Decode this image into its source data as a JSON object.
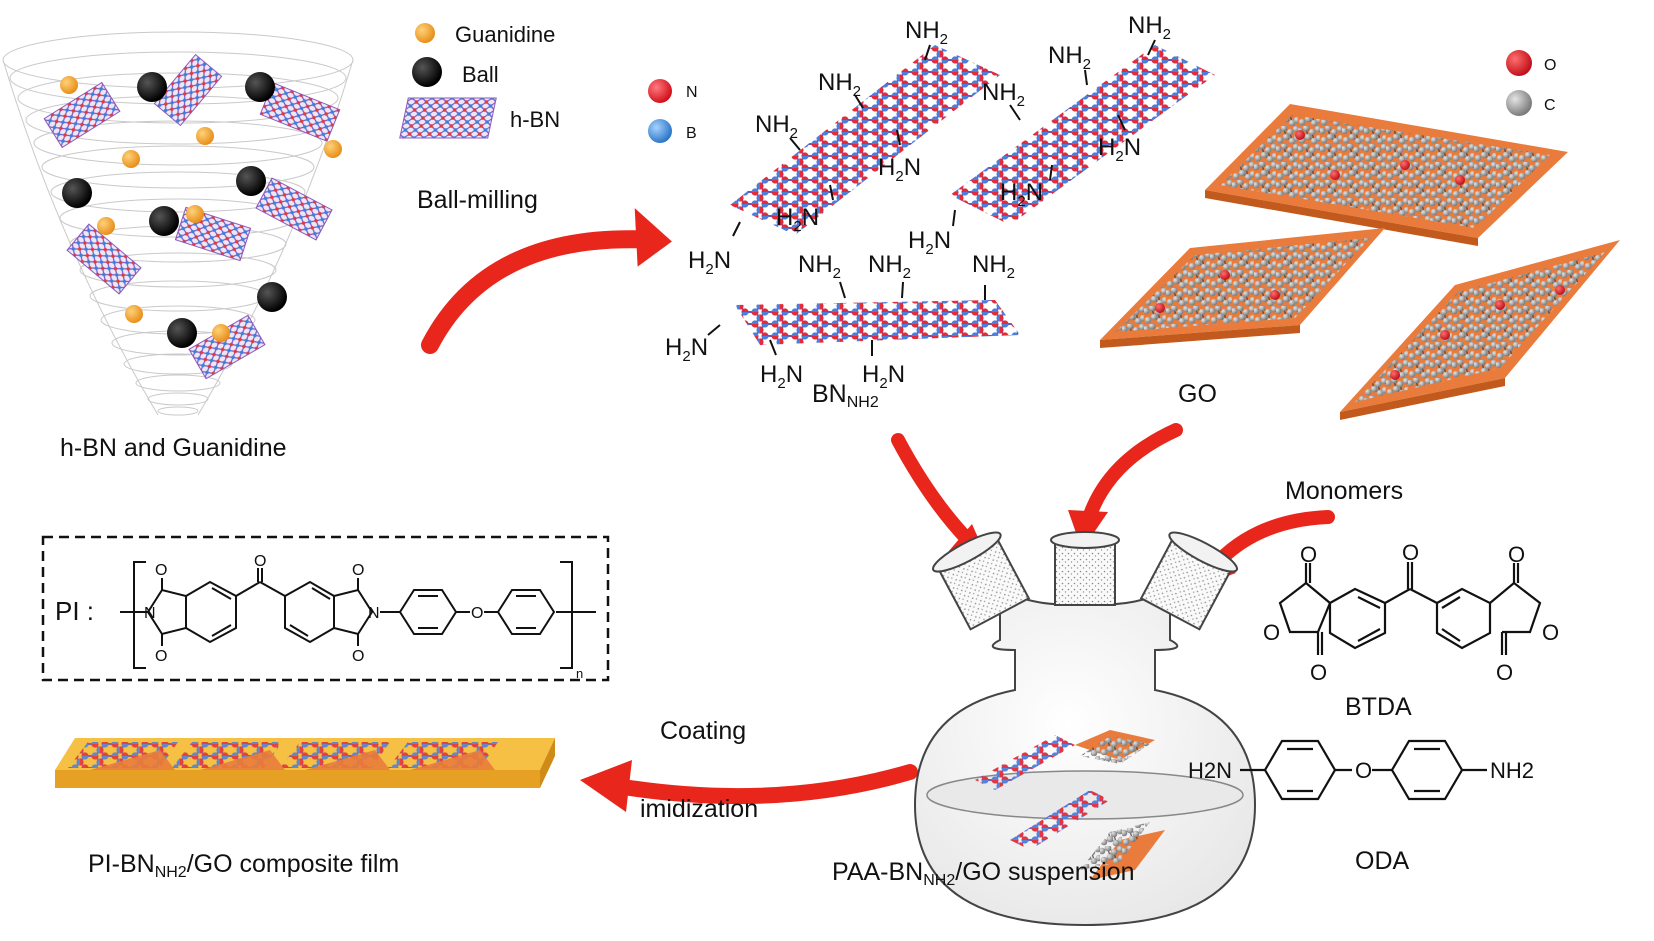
{
  "legend": {
    "guanidine": "Guanidine",
    "ball": "Ball",
    "hbn": "h-BN",
    "n": "N",
    "b": "B",
    "o": "O",
    "c": "C"
  },
  "labels": {
    "hbn_guanidine": "h-BN and Guanidine",
    "ball_milling": "Ball-milling",
    "bn_nh2_main": "BN",
    "bn_nh2_sub": "NH2",
    "go": "GO",
    "monomers": "Monomers",
    "btda": "BTDA",
    "oda": "ODA",
    "coating": "Coating",
    "imidization": "imidization",
    "composite_pre": "PI-BN",
    "composite_sub": "NH2",
    "composite_post": "/GO composite film",
    "suspension_pre": "PAA-BN",
    "suspension_sub": "NH2",
    "suspension_post": "/GO suspension",
    "pi": "PI :",
    "pi_n": "n"
  },
  "groups": {
    "nh2": "NH",
    "nh2_sub": "2",
    "h2n_h": "H",
    "h2n_sub": "2",
    "h2n_n": "N",
    "oxygen": "O",
    "nitrogen": "N",
    "h2n_oda": "H2N",
    "nh2_oda": "NH2"
  },
  "colors": {
    "arrow": "#e8261c",
    "n_atom": "#e8333b",
    "b_atom": "#4a90d9",
    "guanidine": "#f4a93a",
    "go_sheet": "#f08a48",
    "o_atom": "#d7191f",
    "c_atom": "#9a9a9a"
  }
}
